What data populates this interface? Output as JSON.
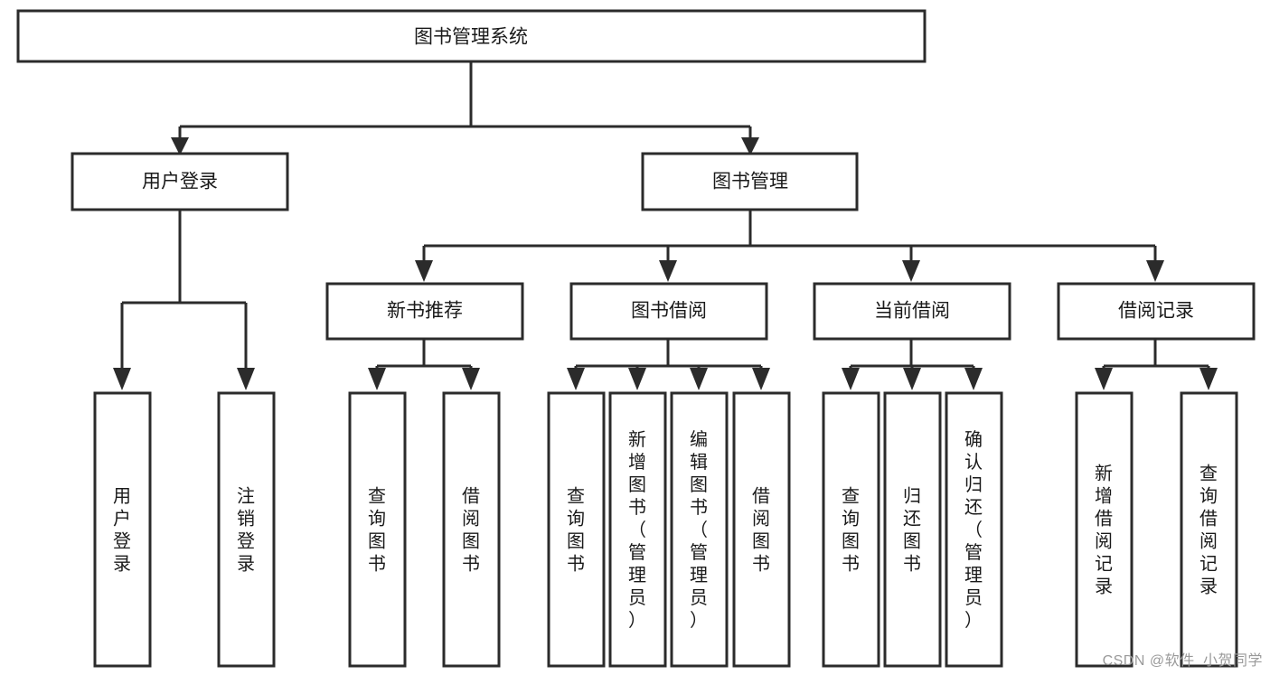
{
  "diagram": {
    "kind": "hierarchy-tree",
    "title": "图书管理系统",
    "watermark": "CSDN @软件_小贺同学",
    "colors": {
      "stroke": "#2b2b2b",
      "fill": "#ffffff",
      "text": "#1a1a1a",
      "watermark": "#9a9a9a",
      "background": "#ffffff"
    },
    "levels": {
      "root": "图书管理系统",
      "level2": [
        "用户登录",
        "图书管理"
      ],
      "level3": [
        "新书推荐",
        "图书借阅",
        "当前借阅",
        "借阅记录"
      ]
    },
    "nodes": {
      "root": {
        "label": "图书管理系统",
        "orientation": "horizontal"
      },
      "user_login": {
        "label": "用户登录",
        "orientation": "horizontal"
      },
      "book_manage": {
        "label": "图书管理",
        "orientation": "horizontal"
      },
      "new_book_rec": {
        "label": "新书推荐",
        "orientation": "horizontal"
      },
      "book_borrow": {
        "label": "图书借阅",
        "orientation": "horizontal"
      },
      "current_borrow": {
        "label": "当前借阅",
        "orientation": "horizontal"
      },
      "borrow_record": {
        "label": "借阅记录",
        "orientation": "horizontal"
      },
      "leaf_user_login": {
        "label": "用户登录",
        "orientation": "vertical"
      },
      "leaf_logout": {
        "label": "注销登录",
        "orientation": "vertical"
      },
      "leaf_query_book_1": {
        "label": "查询图书",
        "orientation": "vertical"
      },
      "leaf_borrow_book_1": {
        "label": "借阅图书",
        "orientation": "vertical"
      },
      "leaf_query_book_2": {
        "label": "查询图书",
        "orientation": "vertical"
      },
      "leaf_add_book": {
        "label": "新增图书（管理员）",
        "orientation": "vertical"
      },
      "leaf_edit_book": {
        "label": "编辑图书（管理员）",
        "orientation": "vertical"
      },
      "leaf_borrow_book_2": {
        "label": "借阅图书",
        "orientation": "vertical"
      },
      "leaf_query_book_3": {
        "label": "查询图书",
        "orientation": "vertical"
      },
      "leaf_return_book": {
        "label": "归还图书",
        "orientation": "vertical"
      },
      "leaf_confirm_return": {
        "label": "确认归还（管理员）",
        "orientation": "vertical"
      },
      "leaf_add_record": {
        "label": "新增借阅记录",
        "orientation": "vertical"
      },
      "leaf_query_record": {
        "label": "查询借阅记录",
        "orientation": "vertical"
      }
    },
    "edges": [
      {
        "from": "root",
        "to": "user_login"
      },
      {
        "from": "root",
        "to": "book_manage"
      },
      {
        "from": "user_login",
        "to": "leaf_user_login"
      },
      {
        "from": "user_login",
        "to": "leaf_logout"
      },
      {
        "from": "book_manage",
        "to": "new_book_rec"
      },
      {
        "from": "book_manage",
        "to": "book_borrow"
      },
      {
        "from": "book_manage",
        "to": "current_borrow"
      },
      {
        "from": "book_manage",
        "to": "borrow_record"
      },
      {
        "from": "new_book_rec",
        "to": "leaf_query_book_1"
      },
      {
        "from": "new_book_rec",
        "to": "leaf_borrow_book_1"
      },
      {
        "from": "book_borrow",
        "to": "leaf_query_book_2"
      },
      {
        "from": "book_borrow",
        "to": "leaf_add_book"
      },
      {
        "from": "book_borrow",
        "to": "leaf_edit_book"
      },
      {
        "from": "book_borrow",
        "to": "leaf_borrow_book_2"
      },
      {
        "from": "current_borrow",
        "to": "leaf_query_book_3"
      },
      {
        "from": "current_borrow",
        "to": "leaf_return_book"
      },
      {
        "from": "current_borrow",
        "to": "leaf_confirm_return"
      },
      {
        "from": "borrow_record",
        "to": "leaf_add_record"
      },
      {
        "from": "borrow_record",
        "to": "leaf_query_record"
      }
    ]
  }
}
